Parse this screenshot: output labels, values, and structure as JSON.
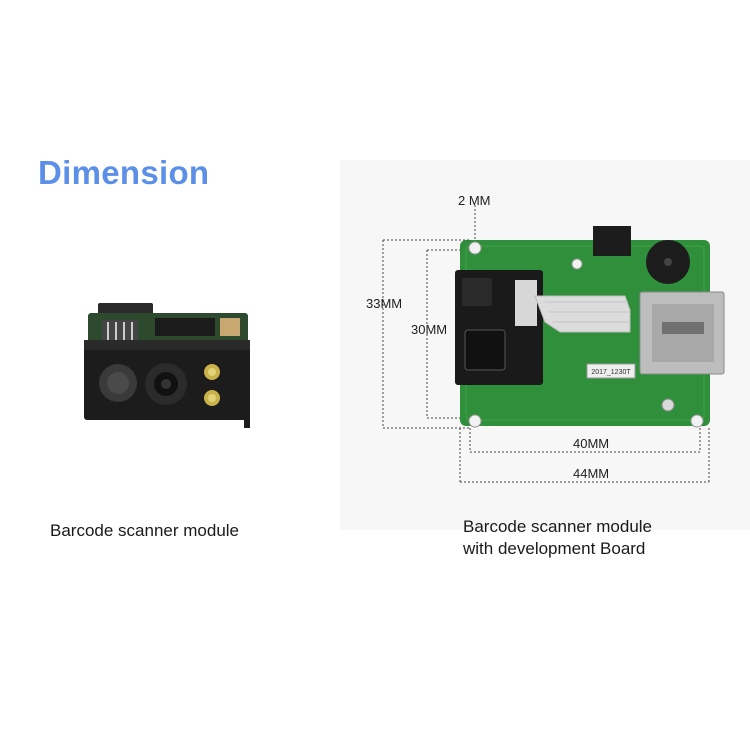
{
  "heading": "Dimension",
  "captions": {
    "left": "Barcode scanner module",
    "right_line1": "Barcode scanner module",
    "right_line2": "with development Board"
  },
  "dimensions": {
    "spacing": "2 MM",
    "height_outer": "33MM",
    "height_inner": "30MM",
    "width_inner": "40MM",
    "width_outer": "44MM"
  },
  "board_label": "2017_1230T",
  "colors": {
    "heading": "#5b8fe8",
    "pcb_green": "#2f8f3a",
    "module_black": "#1c1c1c"
  }
}
